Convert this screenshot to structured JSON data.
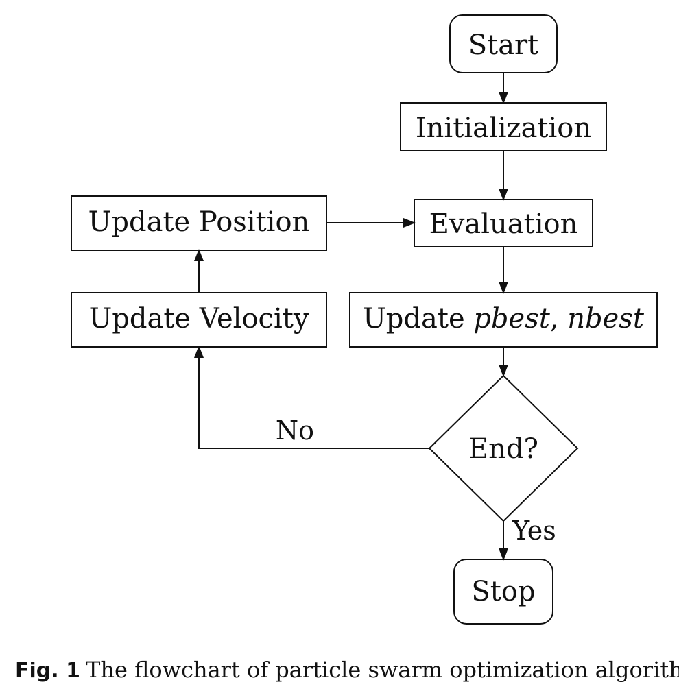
{
  "nodes": {
    "start": "Start",
    "init": "Initialization",
    "eval": "Evaluation",
    "update_best_prefix": "Update ",
    "update_best_pbest": "pbest",
    "update_best_sep": ", ",
    "update_best_nbest": "nbest",
    "decision": "End?",
    "stop": "Stop",
    "update_pos": "Update Position",
    "update_vel": "Update Velocity"
  },
  "edges": {
    "no": "No",
    "yes": "Yes"
  },
  "caption": {
    "label": "Fig. 1",
    "text": "The flowchart of particle swarm optimization algorithm"
  }
}
